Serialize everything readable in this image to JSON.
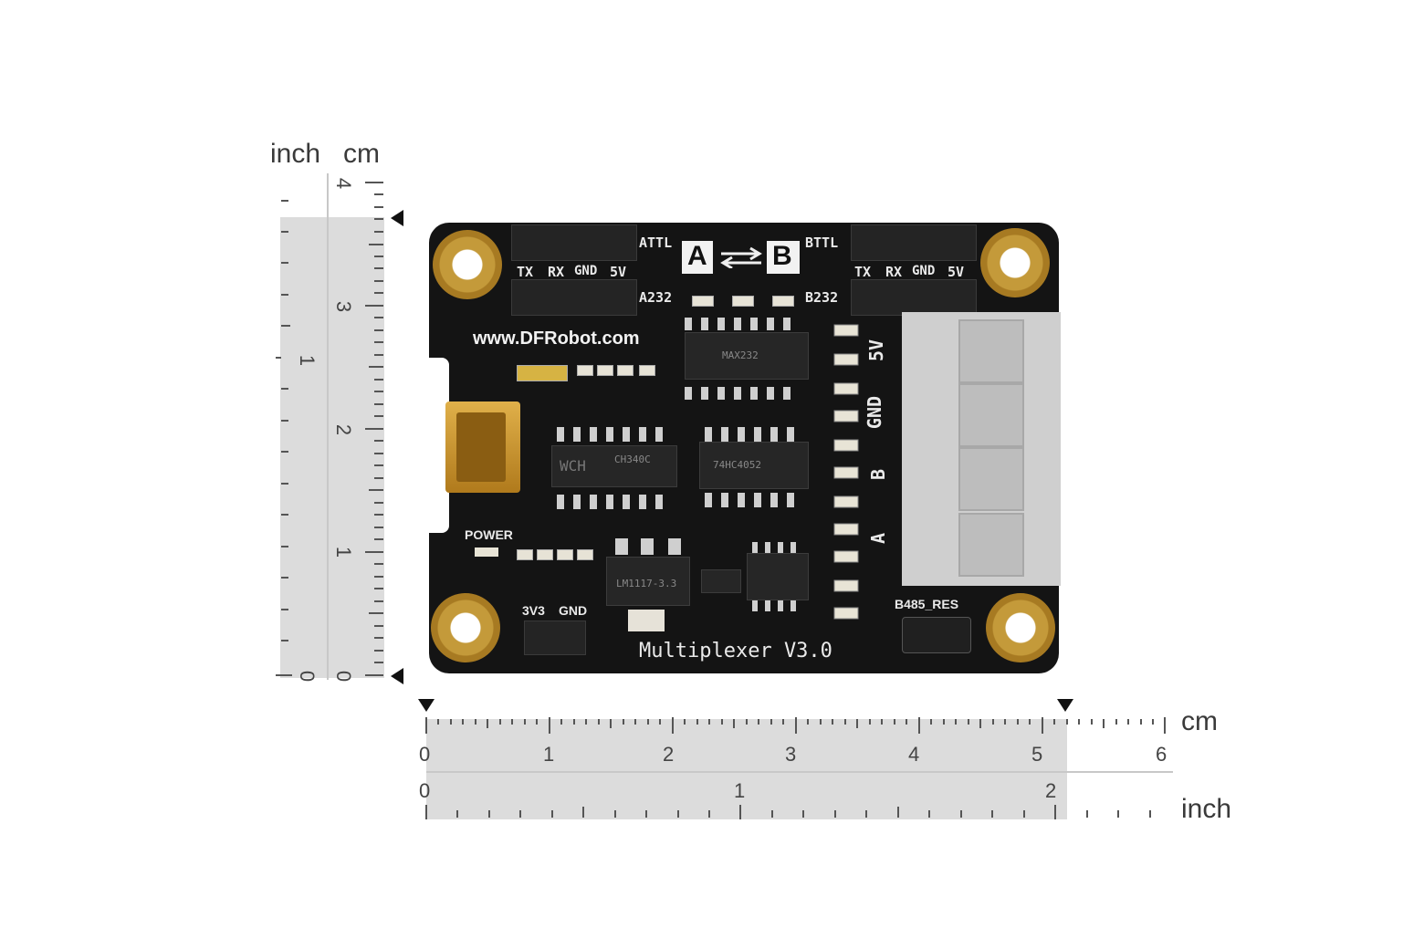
{
  "vertical_ruler": {
    "label_inch": "inch",
    "label_cm": "cm",
    "cm_ticks": [
      "4",
      "3",
      "2",
      "1",
      "0"
    ],
    "inch_ticks": [
      "1",
      "0"
    ]
  },
  "horizontal_ruler": {
    "label_cm": "cm",
    "label_inch": "inch",
    "cm_ticks": [
      "0",
      "1",
      "2",
      "3",
      "4",
      "5",
      "6"
    ],
    "inch_ticks": [
      "0",
      "1",
      "2"
    ]
  },
  "board": {
    "website": "www.DFRobot.com",
    "title": "Multiplexer V3.0",
    "header_left_pins": [
      "TX",
      "RX",
      "GND",
      "5V"
    ],
    "header_right_pins": [
      "TX",
      "RX",
      "GND",
      "5V"
    ],
    "attl": "ATTL",
    "bttl": "BTTL",
    "a232": "A232",
    "b232": "B232",
    "logo_a": "A",
    "logo_b": "B",
    "power": "POWER",
    "pin_3v3": "3V3",
    "pin_gnd": "GND",
    "b485_res": "B485_RES",
    "terminal_labels": [
      "5V",
      "GND",
      "B",
      "A"
    ],
    "chip_ch340": "CH340C",
    "chip_wch": "WCH",
    "chip_74hc": "74HC4052",
    "chip_max": "MAX232",
    "chip_reg": "LM1117-3.3"
  },
  "colors": {
    "board": "#141414",
    "gold": "#c49a3a",
    "ruler_shade": "#dcdcdc",
    "silk": "#eaeaea"
  }
}
